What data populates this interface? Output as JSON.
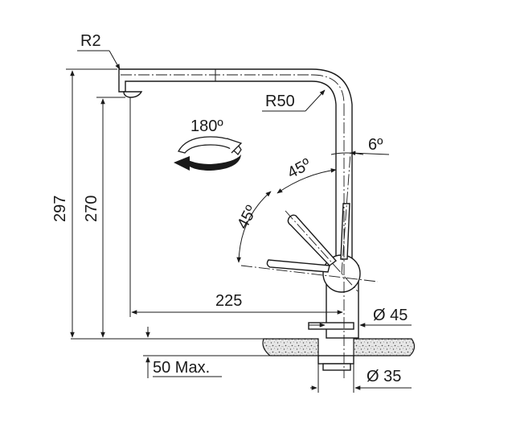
{
  "dimensions": {
    "bend_radius_small": "R2",
    "bend_radius_large": "R50",
    "rotation": "180º",
    "tilt_angle": "6º",
    "lever_angle_upper": "45º",
    "lever_angle_lower": "45º",
    "total_height": "297",
    "spout_height": "270",
    "spout_reach": "225",
    "body_diameter": "Ø 45",
    "hole_diameter": "Ø 35",
    "max_thickness": "50 Max."
  },
  "colors": {
    "line": "#1a1a1a",
    "worktop_fill": "#d9d9d9"
  },
  "icons": {
    "rotation": "rotate-180-arrow-icon"
  }
}
